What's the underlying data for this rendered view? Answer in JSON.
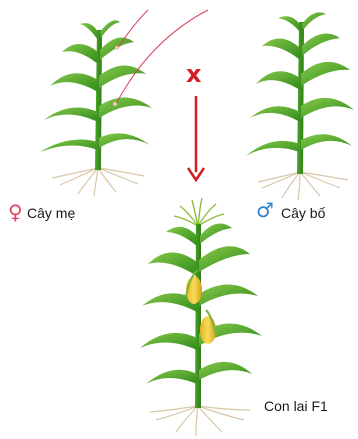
{
  "labels": {
    "mother": "Cây mẹ",
    "father": "Cây bố",
    "offspring": "Con lai F1"
  },
  "symbols": {
    "female": "♀",
    "male": "♂",
    "cross": "x"
  },
  "colors": {
    "female": "#e0445e",
    "male": "#2b7fd4",
    "cross": "#d21f26",
    "arrow": "#d21f26",
    "pollen_line": "#d6425a",
    "leaf": "#3c9a1e",
    "leaf_light": "#7cc43c",
    "root": "#d8c7a8",
    "cob": "#f2c530"
  },
  "icons": [
    "female-symbol-icon",
    "male-symbol-icon",
    "cross-icon",
    "down-arrow-icon"
  ]
}
